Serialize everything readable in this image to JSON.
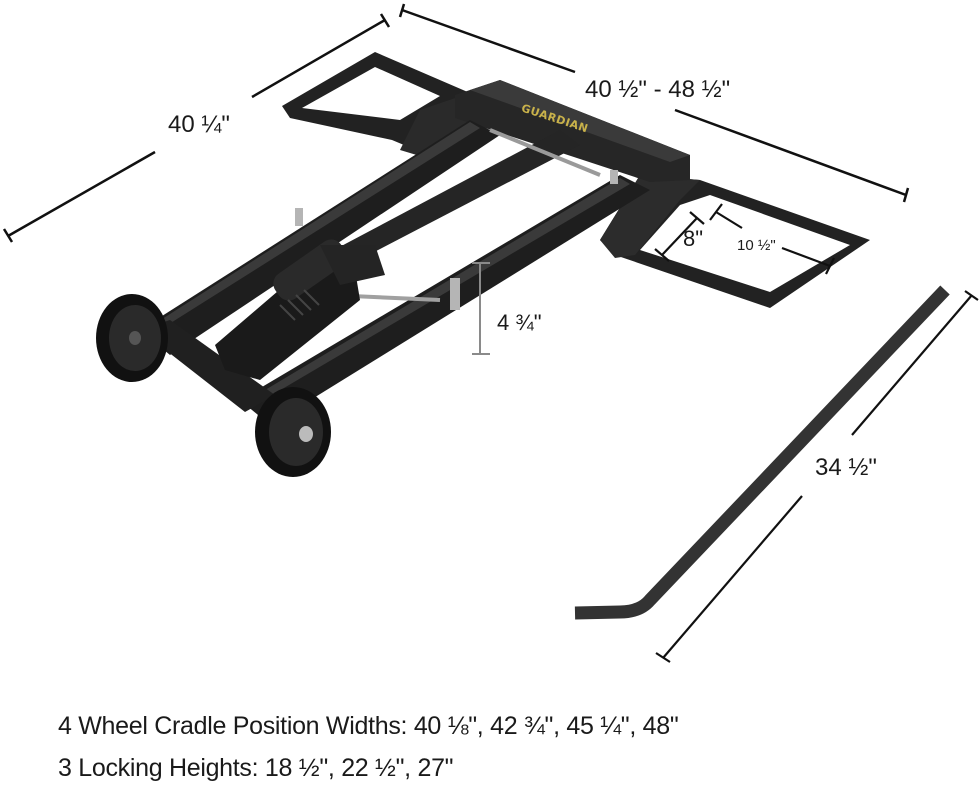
{
  "product": {
    "brand_label": "GUARDIAN",
    "colors": {
      "frame": "#1e1e1e",
      "frame_highlight": "#3a3a3a",
      "handle": "#333333",
      "dimension_line": "#111111",
      "height_marker": "#8a8a8a",
      "brand_text": "#c9b24a",
      "background": "#ffffff"
    }
  },
  "dimensions": {
    "length": "40 ¼\"",
    "width_range": "40 ½\" - 48 ½\"",
    "cradle_width": "8\"",
    "cradle_length": "10 ½\"",
    "lift_height_step": "4 ¾\"",
    "handle_length": "34 ½\""
  },
  "specs": {
    "cradle_positions": "4 Wheel Cradle Position Widths: 40 ⅛\", 42 ¾\", 45 ¼\", 48\"",
    "locking_heights": "3 Locking Heights: 18 ½\", 22 ½\", 27\""
  }
}
